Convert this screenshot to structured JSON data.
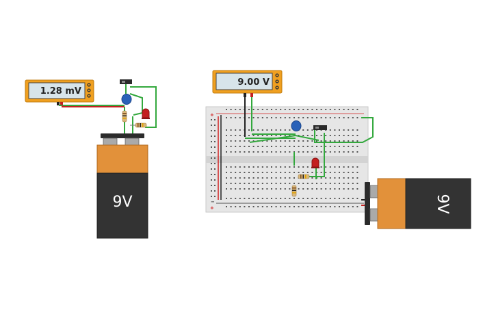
{
  "circuit1": {
    "multimeter": {
      "reading": "1.28 mV"
    },
    "battery": {
      "label": "9V"
    }
  },
  "circuit2": {
    "multimeter": {
      "reading": "9.00 V"
    },
    "battery": {
      "label": "9V"
    }
  },
  "colors": {
    "wire": "#33a83d",
    "multimeter_frame": "#f0a020",
    "battery_top": "#e2913a",
    "battery_body": "#333333",
    "led": "#c42020",
    "capacitor": "#2a62b8",
    "rail_positive": "#d02020",
    "rail_negative": "#222222"
  },
  "icons": [
    "multimeter-icon",
    "battery-9v-icon",
    "breadboard-icon",
    "resistor-icon",
    "led-icon",
    "capacitor-icon",
    "transistor-icon",
    "wire-icon"
  ]
}
